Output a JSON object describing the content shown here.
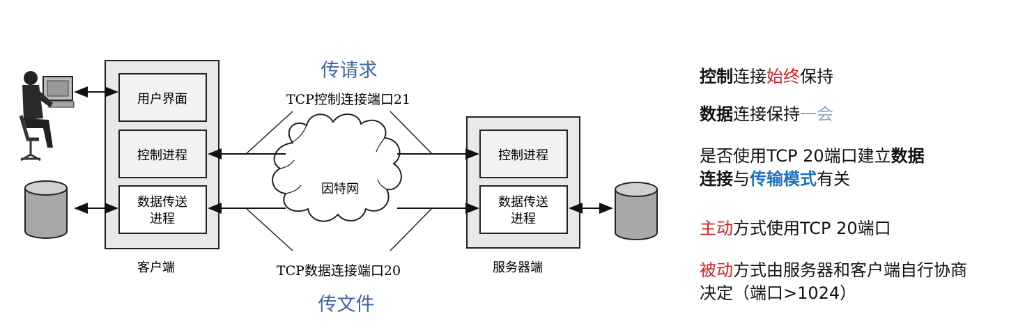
{
  "diagram": {
    "client_label": "客户端",
    "server_label": "服务器端",
    "internet_label": "因特网",
    "client_ui": "用户界面",
    "client_control": "控制进程",
    "client_data_line1": "数据传送",
    "client_data_line2": "进程",
    "server_control": "控制进程",
    "server_data_line1": "数据传送",
    "server_data_line2": "进程",
    "control_conn_label": "TCP控制连接端口21",
    "data_conn_label": "TCP数据连接端口20",
    "request_label": "传请求",
    "file_label": "传文件",
    "colors": {
      "box_fill": "#e8e8e8",
      "inner_fill": "#f2f2f2",
      "annotation_blue": "#3f63a8"
    }
  },
  "notes": {
    "n1": {
      "a": "控制",
      "b": "连接",
      "c": "始终",
      "d": "保持"
    },
    "n2": {
      "a": "数据",
      "b": "连接保持",
      "c": "一会"
    },
    "n3": {
      "a": "是否使用TCP 20端口建立",
      "b": "数据",
      "c": "连接",
      "d": "与",
      "e": "传输模式",
      "f": "有关"
    },
    "n4": {
      "a": "主动",
      "b": "方式使用TCP 20端口"
    },
    "n5": {
      "a": "被动",
      "b": "方式由服务器和客户端自行协商",
      "c": "决定（端口>1024）"
    },
    "colors": {
      "red": "#d22020",
      "blue": "#1f6fc0"
    }
  }
}
